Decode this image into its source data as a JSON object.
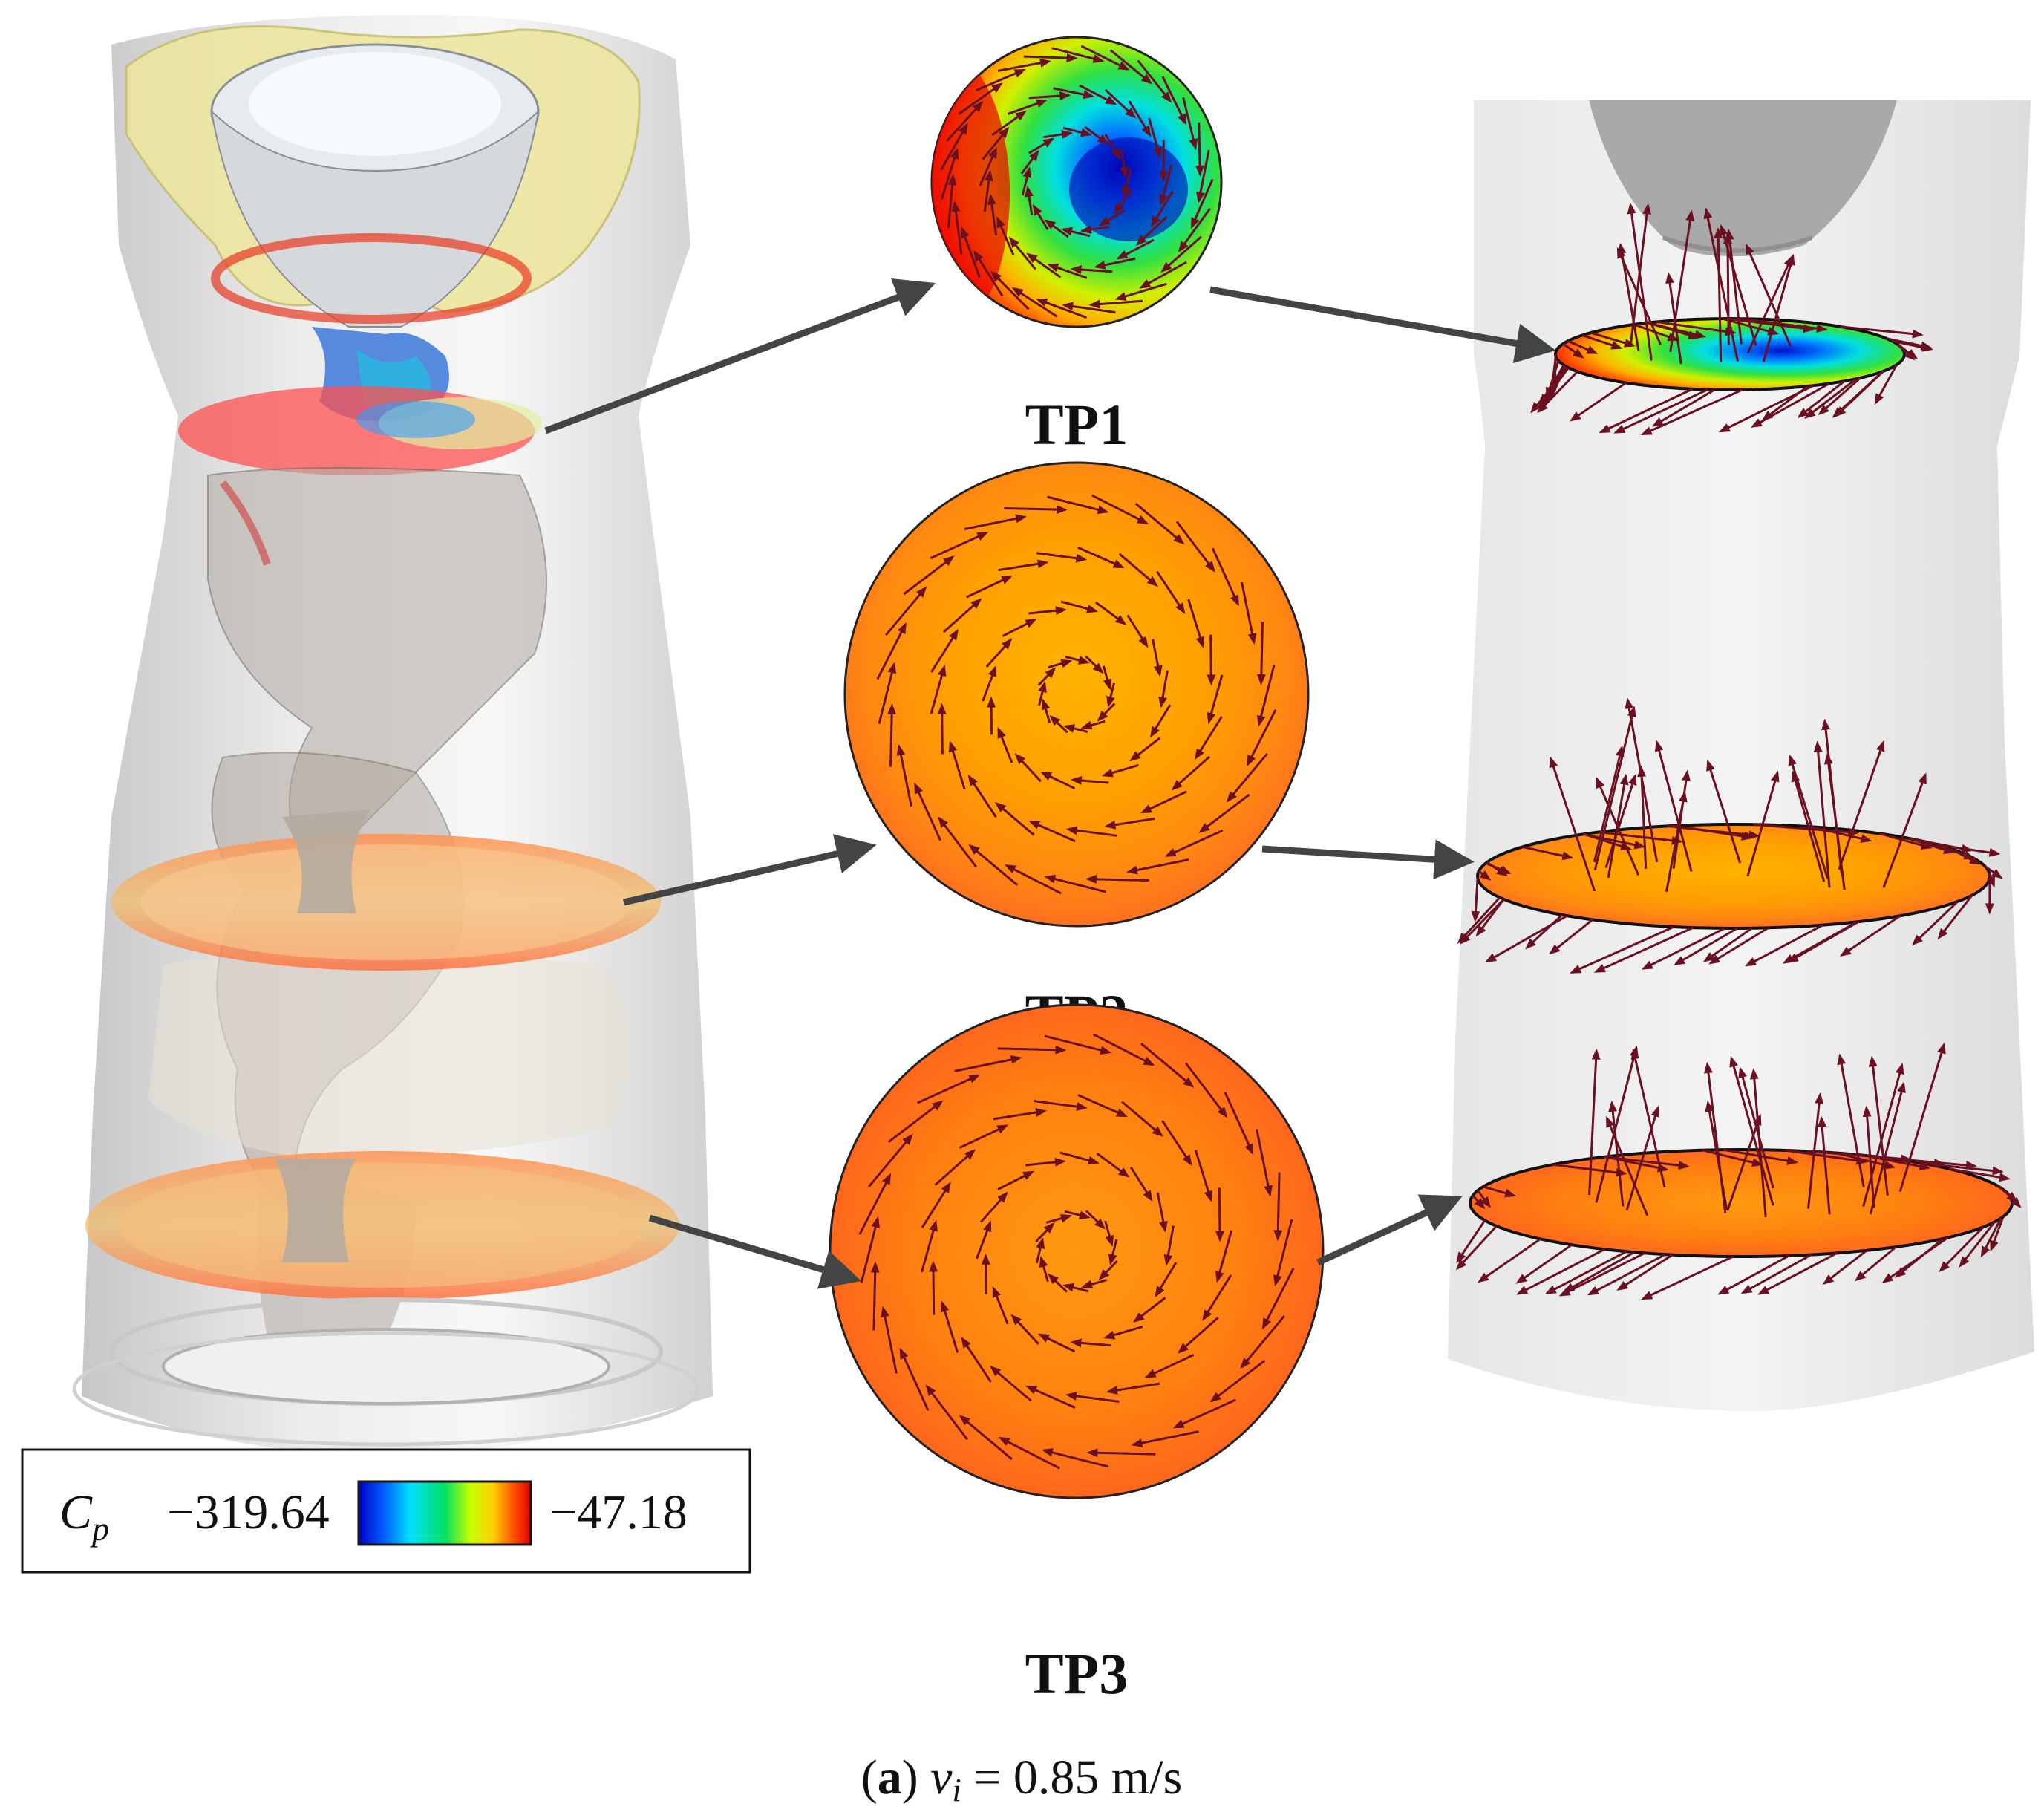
{
  "legend": {
    "variable_symbol": "C",
    "variable_subscript": "p",
    "min_label": "−319.64",
    "max_label": "−47.18",
    "colormap": [
      "#0000c8",
      "#0060ff",
      "#00e0ff",
      "#00e060",
      "#c8ff00",
      "#ffd000",
      "#ff5000",
      "#e00000"
    ]
  },
  "planes": [
    {
      "label": "TP1"
    },
    {
      "label": "TP2"
    },
    {
      "label": "TP3"
    }
  ],
  "caption": {
    "panel": "a",
    "variable": "v",
    "subscript": "i",
    "value_text": " = 0.85 m/s"
  },
  "colors": {
    "vector_arrow": "#6b1020",
    "connector_arrow": "#444444",
    "tube_gray": "#d8d8d8",
    "plane_orange": "#ff8a1c"
  }
}
